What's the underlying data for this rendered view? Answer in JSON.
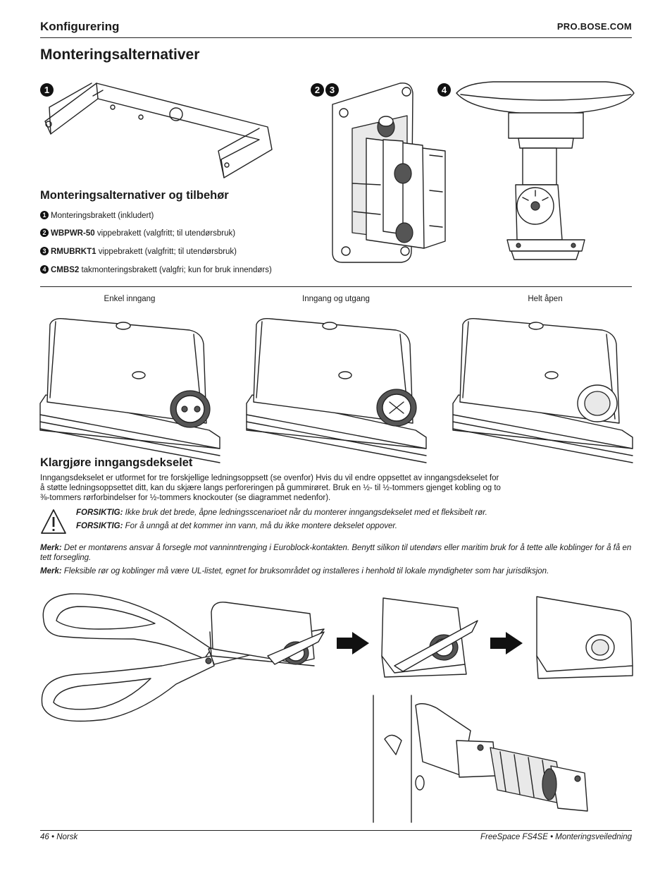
{
  "header": {
    "section": "Konfigurering",
    "site": "PRO.BOSE.COM"
  },
  "title": "Monteringsalternativer",
  "figure_badges": [
    "1",
    "2",
    "3",
    "4"
  ],
  "accessories": {
    "heading": "Monteringsalternativer og tilbehør",
    "items": [
      {
        "num": "1",
        "code": "",
        "text": "Monteringsbrakett (inkludert)"
      },
      {
        "num": "2",
        "code": "WBPWR-50",
        "text": "vippebrakett (valgfritt; til utendørsbruk)"
      },
      {
        "num": "3",
        "code": "RMUBRKT1",
        "text": "vippebrakett (valgfritt; til utendørsbruk)"
      },
      {
        "num": "4",
        "code": "CMBS2",
        "text": "takmonteringsbrakett (valgfri; kun for bruk innendørs)"
      }
    ]
  },
  "entry_options": {
    "captions": [
      "Enkel inngang",
      "Inngang og utgang",
      "Helt åpen"
    ]
  },
  "prep": {
    "heading": "Klargjøre inngangsdekselet",
    "body_line1": "Inngangsdekselet er utformet for tre forskjellige ledningsoppsett (se ovenfor) Hvis du vil endre oppsettet av inngangsdekselet for",
    "body_line2": "å støtte ledningsoppsettet ditt, kan du skjære langs perforeringen på gummirøret. Bruk en ½- til ½-tommers gjenget kobling og to",
    "body_line3": "⅜-tommers rørforbindelser for ½-tommers knockouter (se diagrammet nedenfor).",
    "caution1_label": "FORSIKTIG:",
    "caution1_text": " Ikke bruk det brede, åpne ledningsscenarioet når du monterer inngangsdekselet med et fleksibelt rør.",
    "caution2_label": "FORSIKTIG:",
    "caution2_text": " For å unngå at det kommer inn vann, må du ikke montere dekselet oppover.",
    "note1_label": "Merk:",
    "note1_text": " Det er montørens ansvar å forsegle mot vanninntrenging i Euroblock-kontakten. Benytt silikon til utendørs eller maritim bruk for å tette alle koblinger for å få en tett forsegling.",
    "note2_label": "Merk:",
    "note2_text": " Fleksible rør og koblinger må være UL-listet, egnet for bruksområdet og installeres i henhold til lokale myndigheter som har jurisdiksjon."
  },
  "footer": {
    "left": "46 • Norsk",
    "right": "FreeSpace FS4SE • Monteringsveiledning"
  },
  "icons": [
    "warning-triangle-icon",
    "arrow-right-icon"
  ],
  "colors": {
    "text": "#1a1a1a",
    "rule": "#222222",
    "badge": "#111111"
  }
}
